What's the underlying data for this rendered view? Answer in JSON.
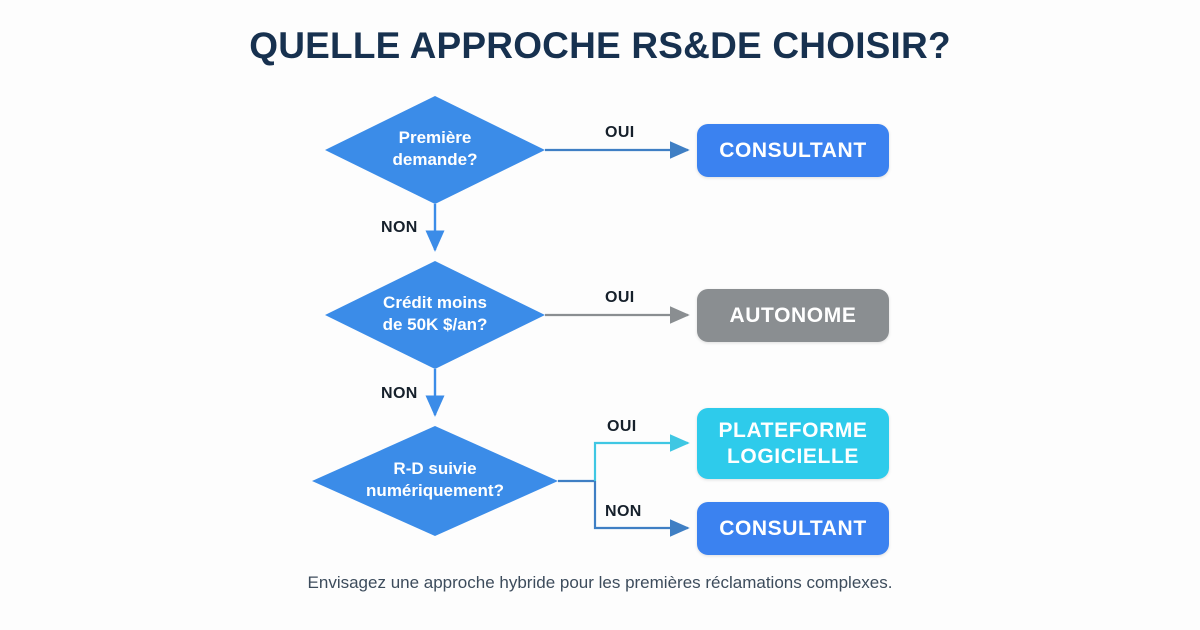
{
  "title": "QUELLE APPROCHE RS&DE CHOISIR?",
  "footer": "Envisagez une approche hybride pour les premières réclamations complexes.",
  "colors": {
    "background": "#fdfdfd",
    "title_navy": "#17314f",
    "diamond_blue": "#3b8ce8",
    "consultant_blue": "#3b82f0",
    "autonome_gray": "#8a8e91",
    "plateforme_cyan": "#2ecbeb",
    "arrow_blue": "#3f7fc4",
    "arrow_gray": "#8a8e91",
    "arrow_cyan": "#3fc7e3",
    "label_dark": "#16202b",
    "footer_gray": "#3d4c5c"
  },
  "chart_data": {
    "type": "diagram",
    "title": "QUELLE APPROCHE RS&DE CHOISIR?",
    "nodes": [
      {
        "id": "q1",
        "shape": "diamond",
        "text": "Première\ndemande?",
        "line1": "Première",
        "line2": "demande?",
        "color": "#3b8ce8"
      },
      {
        "id": "q2",
        "shape": "diamond",
        "text": "Crédit moins\nde 50K $/an?",
        "line1": "Crédit moins",
        "line2": "de 50K $/an?",
        "color": "#3b8ce8"
      },
      {
        "id": "q3",
        "shape": "diamond",
        "text": "R-D suivie\nnumériquement?",
        "line1": "R-D suivie",
        "line2": "numériquement?",
        "color": "#3b8ce8"
      },
      {
        "id": "o1",
        "shape": "box",
        "text": "CONSULTANT",
        "color": "#3b82f0"
      },
      {
        "id": "o2",
        "shape": "box",
        "text": "AUTONOME",
        "color": "#8a8e91"
      },
      {
        "id": "o3",
        "shape": "box",
        "text": "PLATEFORME\nLOGICIELLE",
        "line1": "PLATEFORME",
        "line2": "LOGICIELLE",
        "color": "#2ecbeb"
      },
      {
        "id": "o4",
        "shape": "box",
        "text": "CONSULTANT",
        "color": "#3b82f0"
      }
    ],
    "edges": [
      {
        "from": "q1",
        "to": "o1",
        "label": "OUI",
        "color": "#3f7fc4"
      },
      {
        "from": "q1",
        "to": "q2",
        "label": "NON",
        "color": "#3b8ce8"
      },
      {
        "from": "q2",
        "to": "o2",
        "label": "OUI",
        "color": "#8a8e91"
      },
      {
        "from": "q2",
        "to": "q3",
        "label": "NON",
        "color": "#3b8ce8"
      },
      {
        "from": "q3",
        "to": "o3",
        "label": "OUI",
        "color": "#3fc7e3"
      },
      {
        "from": "q3",
        "to": "o4",
        "label": "NON",
        "color": "#3f7fc4"
      }
    ]
  },
  "diagram": {
    "q1": {
      "line1": "Première",
      "line2": "demande?"
    },
    "q2": {
      "line1": "Crédit moins",
      "line2": "de 50K $/an?"
    },
    "q3": {
      "line1": "R-D suivie",
      "line2": "numériquement?"
    },
    "o1": {
      "label": "CONSULTANT"
    },
    "o2": {
      "label": "AUTONOME"
    },
    "o3": {
      "line1": "PLATEFORME",
      "line2": "LOGICIELLE"
    },
    "o4": {
      "label": "CONSULTANT"
    },
    "edge_q1_oui": "OUI",
    "edge_q1_non": "NON",
    "edge_q2_oui": "OUI",
    "edge_q2_non": "NON",
    "edge_q3_oui": "OUI",
    "edge_q3_non": "NON"
  }
}
